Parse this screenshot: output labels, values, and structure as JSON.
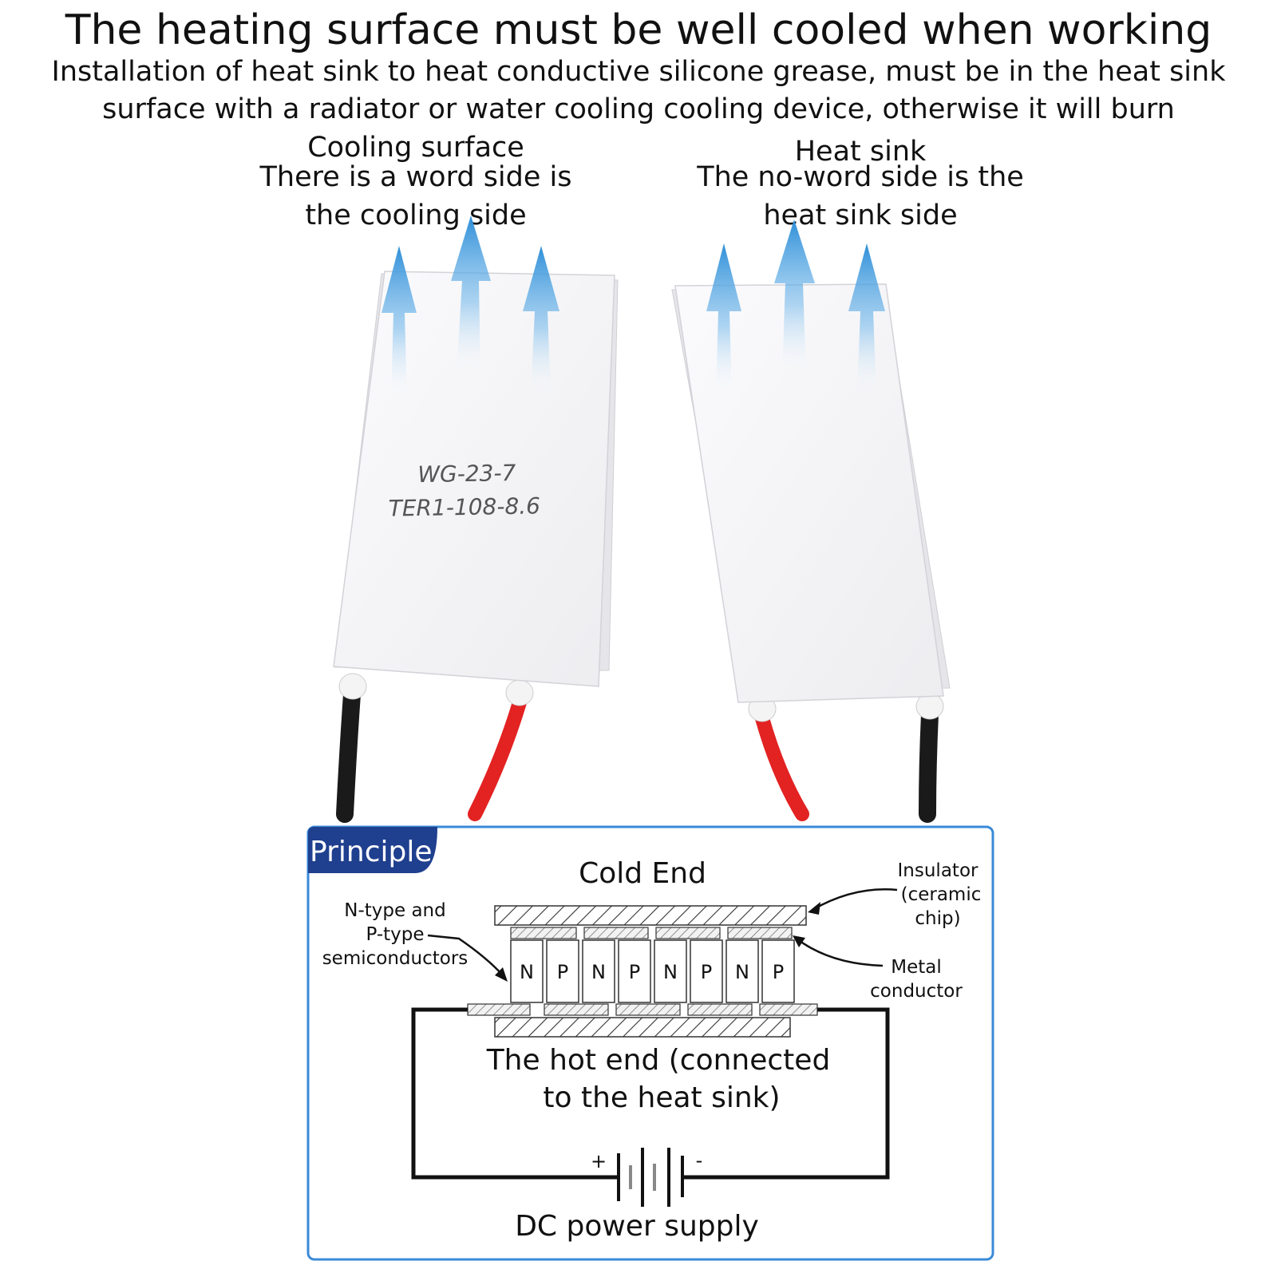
{
  "header": {
    "title": "The heating surface must be well cooled when working",
    "subtitle_line1": "Installation of heat sink to heat conductive silicone grease, must be in the heat sink",
    "subtitle_line2": "surface with a radiator or water cooling cooling device, otherwise it will burn"
  },
  "cooling_side": {
    "heading": "Cooling surface",
    "desc_line1": "There is a word side is",
    "desc_line2": "the cooling side",
    "module_label_line1": "WG-23-7",
    "module_label_line2": "TER1-108-8.6"
  },
  "heat_side": {
    "heading": "Heat sink",
    "desc_line1": "The no-word side is the",
    "desc_line2": "heat sink side"
  },
  "principle": {
    "badge": "Principle",
    "cold_end": "Cold End",
    "insulator_line1": "Insulator",
    "insulator_line2": "(ceramic",
    "insulator_line3": "chip)",
    "semi_line1": "N-type and",
    "semi_line2": "P-type",
    "semi_line3": "semiconductors",
    "metal_line1": "Metal",
    "metal_line2": "conductor",
    "hot_line1": "The hot end (connected",
    "hot_line2": "to the heat sink)",
    "cells": [
      "N",
      "P",
      "N",
      "P",
      "N",
      "P",
      "N",
      "P"
    ],
    "plus": "+",
    "minus": "-",
    "power": "DC power supply"
  },
  "colors": {
    "arrow_blue": "#2f8fd8",
    "badge_blue": "#1f3f8f",
    "frame_blue": "#3a8ad8",
    "wire_red": "#e32222",
    "wire_black": "#1a1a1a",
    "module_white": "#f6f6f8"
  }
}
